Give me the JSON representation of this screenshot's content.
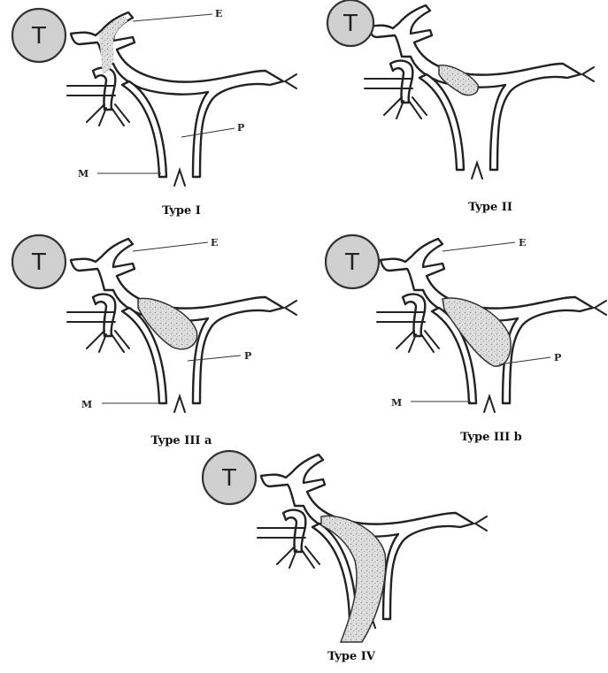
{
  "colors": {
    "tumor_fill": "#cccccc",
    "thrombus_fill": "#d9d9d9",
    "line": "#222222",
    "background": "#ffffff"
  },
  "tumor_letter": "T",
  "panels": [
    {
      "id": "I",
      "caption": "Type I",
      "labels": {
        "E": "E",
        "P": "P",
        "M": "M"
      },
      "thrombus": "common-bile-duct"
    },
    {
      "id": "II",
      "caption": "Type II",
      "labels": {},
      "thrombus": "portal-vein-bifurcation"
    },
    {
      "id": "IIIa",
      "caption": "Type III a",
      "labels": {
        "E": "E",
        "P": "P",
        "M": "M"
      },
      "thrombus": "portal-vein-partial"
    },
    {
      "id": "IIIb",
      "caption": "Type III b",
      "labels": {
        "E": "E",
        "P": "P",
        "M": "M"
      },
      "thrombus": "portal-vein-complete"
    },
    {
      "id": "IV",
      "caption": "Type IV",
      "labels": {},
      "thrombus": "superior-mesenteric-vein"
    }
  ]
}
